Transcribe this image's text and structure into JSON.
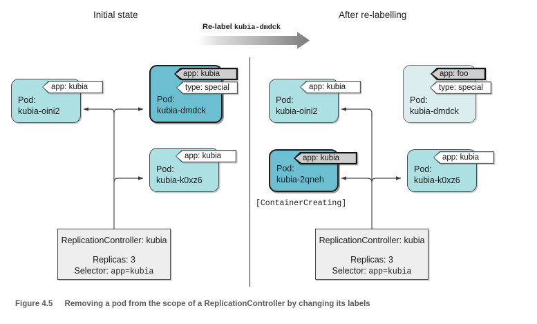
{
  "figure": {
    "number": "Figure 4.5",
    "caption": "Removing a pod from the scope of a ReplicationController by changing its labels"
  },
  "panels": {
    "left_title": "Initial state",
    "right_title": "After re-labelling"
  },
  "transition": {
    "label_prefix": "Re-label",
    "label_target": "kubia-dmdck",
    "arrow_icon": "right-arrow-gradient"
  },
  "colors": {
    "pod_normal": "#ade0e3",
    "pod_pale": "#dcedef",
    "pod_highlight": "#6bbfd1",
    "tag_white": "#ffffff",
    "tag_gray": "#cfcfcf",
    "rc_box": "#eeeeee",
    "stroke": "#4b4b4b",
    "caption": "#58595b"
  },
  "left_panel": {
    "pods": [
      {
        "kind_label": "Pod:",
        "name": "kubia-oini2",
        "style": "plain",
        "tags": [
          {
            "text": "app: kubia",
            "style": "white"
          }
        ]
      },
      {
        "kind_label": "Pod:",
        "name": "kubia-dmdck",
        "style": "highlight",
        "tags": [
          {
            "text": "app: kubia",
            "style": "gray"
          },
          {
            "text": "type: special",
            "style": "white"
          }
        ]
      },
      {
        "kind_label": "Pod:",
        "name": "kubia-k0xz6",
        "style": "plain",
        "tags": [
          {
            "text": "app: kubia",
            "style": "white"
          }
        ]
      }
    ],
    "controller": {
      "title": "ReplicationController: kubia",
      "replicas_label": "Replicas:",
      "replicas_value": "3",
      "selector_label": "Selector:",
      "selector_value": "app=kubia"
    }
  },
  "right_panel": {
    "pods": [
      {
        "kind_label": "Pod:",
        "name": "kubia-oini2",
        "style": "plain",
        "tags": [
          {
            "text": "app: kubia",
            "style": "white"
          }
        ]
      },
      {
        "kind_label": "Pod:",
        "name": "kubia-dmdck",
        "style": "pale",
        "tags": [
          {
            "text": "app: foo",
            "style": "gray"
          },
          {
            "text": "type: special",
            "style": "white"
          }
        ]
      },
      {
        "kind_label": "Pod:",
        "name": "kubia-2qneh",
        "style": "highlight",
        "tags": [
          {
            "text": "app: kubia",
            "style": "gray"
          }
        ],
        "status": "[ContainerCreating]"
      },
      {
        "kind_label": "Pod:",
        "name": "kubia-k0xz6",
        "style": "plain",
        "tags": [
          {
            "text": "app: kubia",
            "style": "white"
          }
        ]
      }
    ],
    "controller": {
      "title": "ReplicationController: kubia",
      "replicas_label": "Replicas:",
      "replicas_value": "3",
      "selector_label": "Selector:",
      "selector_value": "app=kubia"
    }
  }
}
